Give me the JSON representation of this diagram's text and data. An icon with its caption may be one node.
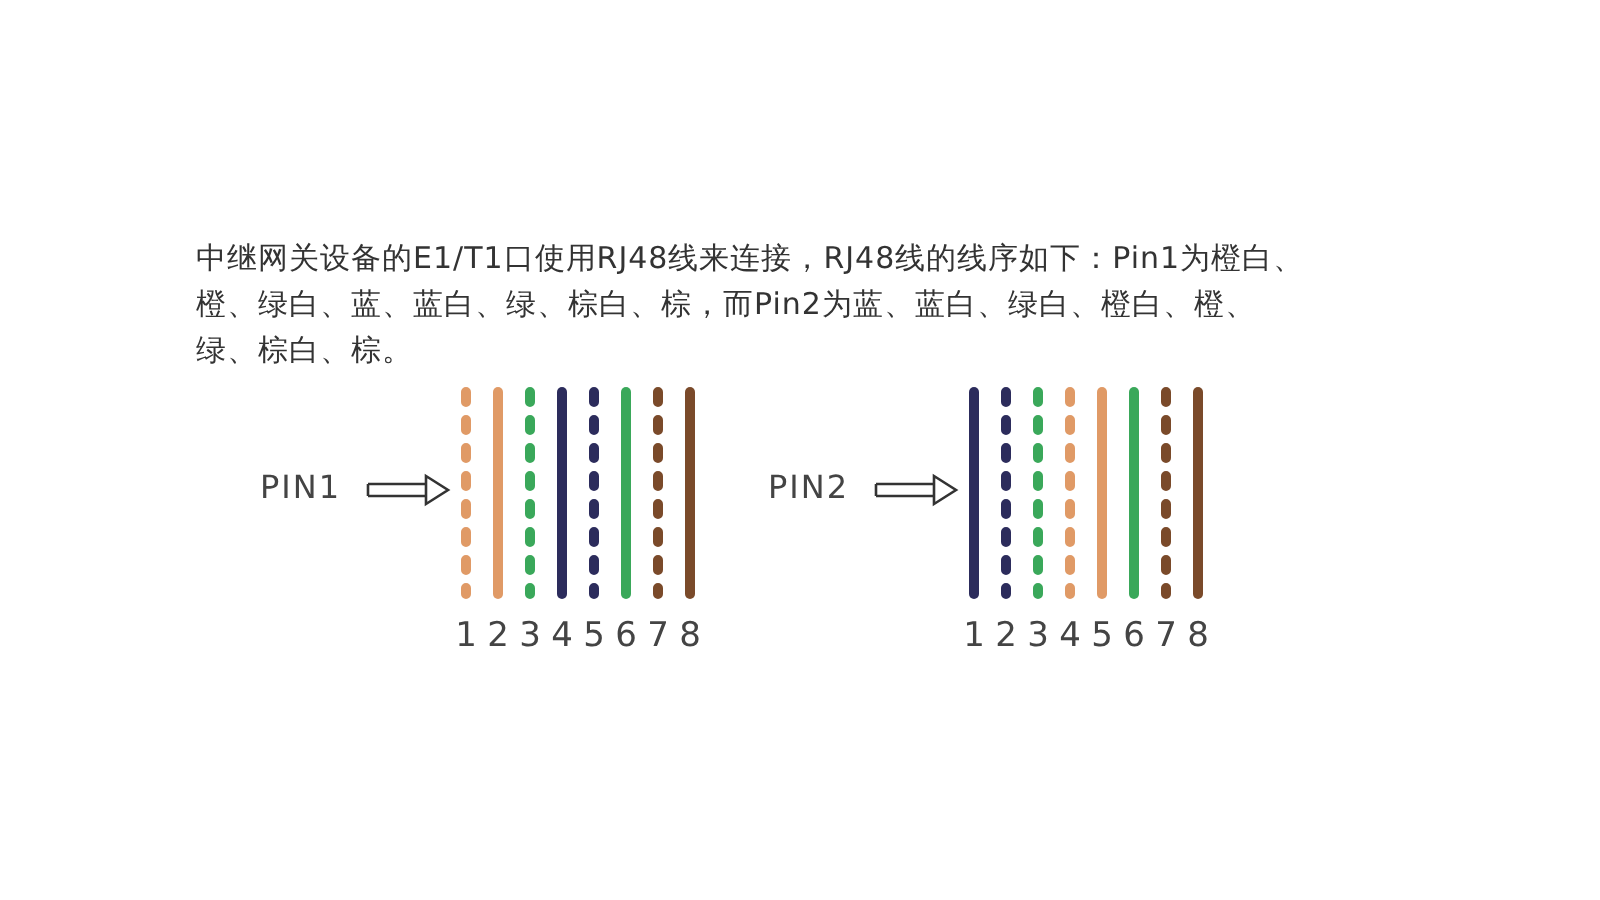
{
  "diagram": {
    "nodes": [
      {
        "text": [
          "PIN1"
        ]
      },
      {
        "text": [],
        "shape": "picture",
        "beside": [
          "1",
          "2",
          "3",
          "4",
          "5",
          "6",
          "7",
          "8"
        ]
      },
      {
        "text": [
          "PIN2"
        ]
      },
      {
        "text": [],
        "shape": "picture",
        "beside": [
          "1",
          "2",
          "3",
          "4",
          "5",
          "6",
          "7",
          "8"
        ]
      }
    ],
    "edges": [
      {
        "from": 0,
        "to": 1,
        "arrow": "to"
      },
      {
        "from": 2,
        "to": 3,
        "arrow": "to"
      }
    ],
    "labels": [
      "中继网关设备的E1/T1口使用RJ48线来连接，RJ48线的线序如下：Pin1为橙白、橙、绿白、蓝、蓝白、绿、棕白、棕，而Pin2为蓝、蓝白、绿白、橙白、橙、绿、棕白、棕。"
    ]
  }
}
